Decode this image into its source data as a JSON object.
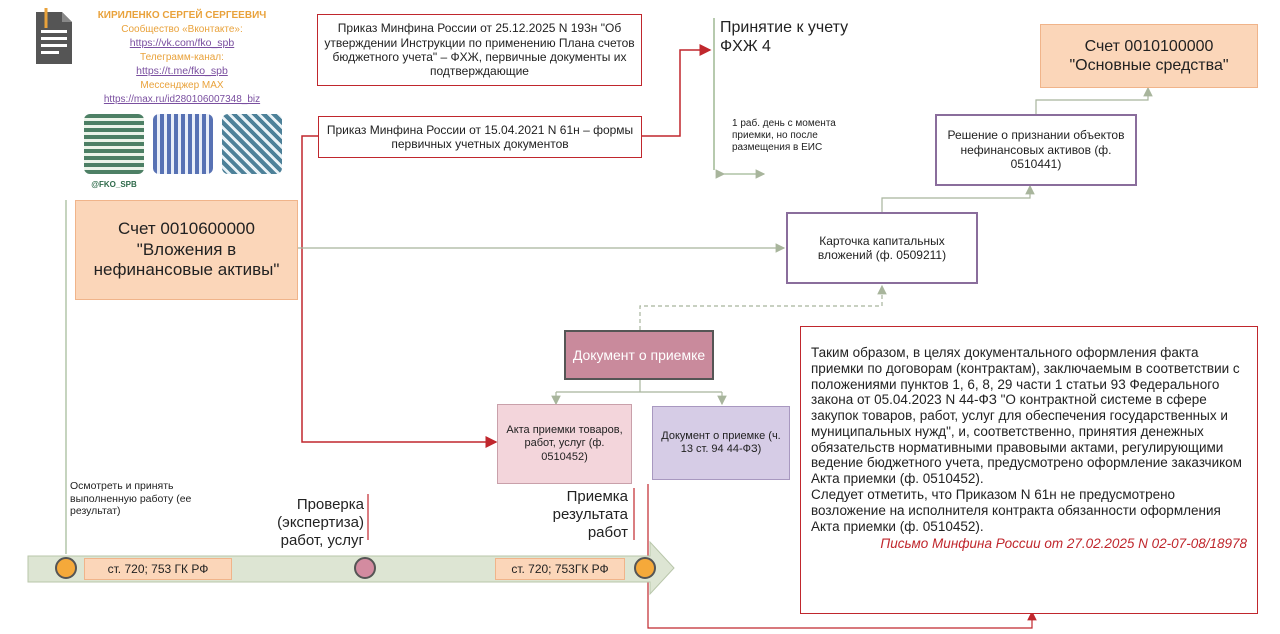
{
  "author": {
    "name": "КИРИЛЕНКО СЕРГЕЙ СЕРГЕЕВИЧ",
    "vk_label": "Сообщество «Вконтакте»:",
    "vk_url": "https://vk.com/fko_spb",
    "tg_label": "Телеграмм-канал:",
    "tg_url": "https://t.me/fko_spb",
    "max_label": "Мессенджер MAX",
    "max_url": "https://max.ru/id280106007348_biz",
    "handle": "@FKO_SPB"
  },
  "order_193n": "Приказ Минфина России от 25.12.2025 N 193н \"Об утверждении Инструкции по применению Плана счетов бюджетного учета\" – ФХЖ, первичные документы их подтверждающие",
  "order_61n": "Приказ Минфина России от 15.04.2021 N 61н – формы первичных учетных документов",
  "acceptance_title": "Принятие к учету ФХЖ 4",
  "acceptance_note": "1 раб. день с момента приемки, но после размещения в ЕИС",
  "account_01": "Счет 0010100000 \"Основные средства\"",
  "decision_box": "Решение о признании объектов нефинансовых активов (ф. 0510441)",
  "account_06": "Счет 0010600000 \"Вложения в нефинансовые активы\"",
  "card_box": "Карточка капитальных вложений (ф. 0509211)",
  "doc_acceptance": "Документ о приемке",
  "act_box": "Акта приемки товаров, работ, услуг (ф. 0510452)",
  "doc_acceptance_2": "Документ о приемке (ч. 13 ст. 94 44-ФЗ)",
  "conclusion_text": "Таким образом, в целях документального оформления факта приемки по договорам (контрактам), заключаемым в соответствии с положениями пунктов 1, 6, 8, 29 части 1 статьи 93 Федерального закона от 05.04.2023 N 44-ФЗ \"О контрактной системе в сфере закупок товаров, работ, услуг для обеспечения государственных и муниципальных нужд\", и, соответственно, принятия денежных обязательств нормативными правовыми актами, регулирующими ведение бюджетного учета, предусмотрено оформление заказчиком Акта приемки (ф. 0510452).\nСледует отметить, что Приказом N 61н не предусмотрено возложение на исполнителя контракта обязанности оформления Акта приемки (ф. 0510452).",
  "letter_ref": "Письмо Минфина России от 27.02.2025 N 02-07-08/18978",
  "timeline": {
    "step1": "Осмотреть и принять выполненную работу (ее результат)",
    "step2": "Проверка (экспертиза) работ, услуг",
    "step3": "Приемка результата работ",
    "tag1": "ст. 720; 753 ГК РФ",
    "tag2": "ст. 720; 753ГК РФ"
  },
  "colors": {
    "red": "#c0272d",
    "peach": "#fbd6b9",
    "purple": "#8a6d9c",
    "pink_dark": "#c98a9c",
    "pink_light": "#f3d5db",
    "lavender": "#d6cce6",
    "arrow_green": "#dde5d3",
    "circle_orange": "#f5a93a",
    "circle_pink": "#d38ba0",
    "author_orange": "#e9a23b",
    "link_purple": "#7a4fa0"
  }
}
